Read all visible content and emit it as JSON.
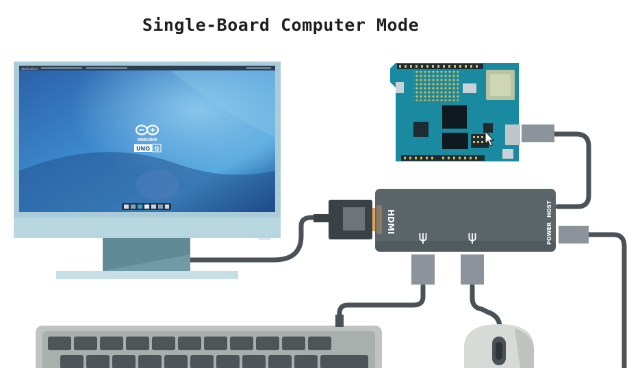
{
  "title": "Single-Board Computer Mode",
  "monitor": {
    "logo_text": "ARDUINO",
    "badge_left": "UNO",
    "badge_right": "Q",
    "taskbar_text": "Applications"
  },
  "hub": {
    "hdmi_label": "HDMI",
    "host_label": "HOST",
    "power_label": "POWER",
    "usb_symbol": "ψ"
  },
  "colors": {
    "monitor_frame": "#a9ccd8",
    "monitor_stand": "#6f9aa6",
    "cable": "#4a5258",
    "hub_body": "#5c666a",
    "connector": "#8d939a",
    "board": "#1a8aa0",
    "header_gold": "#e0b94a",
    "keyboard": "#bfc4c2",
    "mouse": "#d8dad7"
  }
}
